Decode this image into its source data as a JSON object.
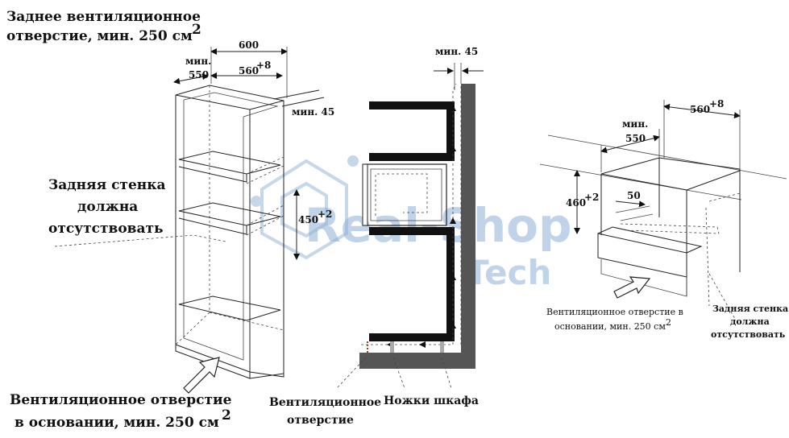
{
  "left": {
    "title_line1": "Заднее вентиляционное",
    "title_line2": "отверстие, мин. 250 см",
    "title_sup": "2",
    "dim_600": "600",
    "dim_min_label": "мин.",
    "dim_550": "550",
    "dim_560": "560",
    "dim_560_sup": "+8",
    "dim_min45": "мин. 45",
    "dim_450": "450",
    "dim_450_sup": "+2",
    "back_wall_line1": "Задняя стенка",
    "back_wall_line2": "должна",
    "back_wall_line3": "отсутствовать",
    "bottom_line1": "Вентиляционное отверстие",
    "bottom_line2": "в основании, мин. 250 см",
    "bottom_sup": "2"
  },
  "middle": {
    "dim_min45": "мин. 45",
    "vent_label_line1": "Вентиляционное",
    "vent_label_line2": "отверстие",
    "legs_label": "Ножки шкафа"
  },
  "right": {
    "dim_min_label": "мин.",
    "dim_550": "550",
    "dim_560": "560",
    "dim_560_sup": "+8",
    "dim_460": "460",
    "dim_460_sup": "+2",
    "dim_50": "50",
    "vent_label_line1": "Вентиляционное отверстие в",
    "vent_label_line2": "основании, мин. 250 см",
    "vent_sup": "2",
    "back_wall_line1": "Задняя стенка",
    "back_wall_line2": "должна",
    "back_wall_line3": "отсутствовать"
  },
  "watermark": {
    "line1": "Real-Shop",
    "line2": "Tech"
  },
  "colors": {
    "ink": "#111111",
    "wall": "#555555",
    "watermark": "#8fb0d6"
  }
}
